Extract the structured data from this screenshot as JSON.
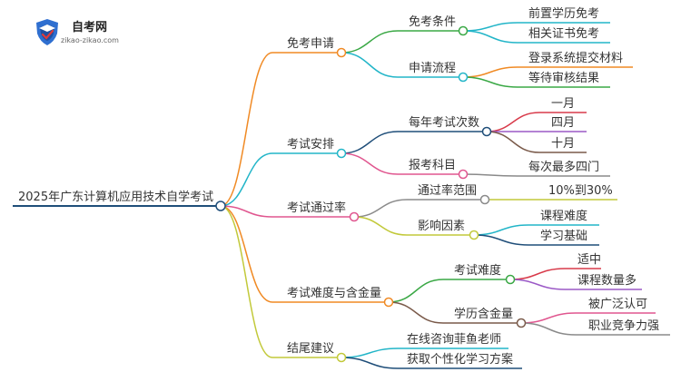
{
  "brand": {
    "name": "自考网",
    "url": "zikao-zikao.com",
    "colors": {
      "shield": "#2f6fd0",
      "shield_dark": "#1f4fa0",
      "accent": "#e03a3a"
    }
  },
  "root": {
    "label": "2025年广东计算机应用技术自学考试",
    "color": "#1f4e79"
  },
  "branches": [
    {
      "label": "免考申请",
      "color": "#f08a24",
      "children": [
        {
          "label": "免考条件",
          "color": "#3aa845",
          "children": [
            {
              "label": "前置学历免考",
              "color": "#22b5c8"
            },
            {
              "label": "相关证书免考",
              "color": "#22b5c8"
            }
          ]
        },
        {
          "label": "申请流程",
          "color": "#22b5c8",
          "children": [
            {
              "label": "登录系统提交材料",
              "color": "#f08a24"
            },
            {
              "label": "等待审核结果",
              "color": "#3aa845"
            }
          ]
        }
      ]
    },
    {
      "label": "考试安排",
      "color": "#22b5c8",
      "children": [
        {
          "label": "每年考试次数",
          "color": "#1f4e79",
          "children": [
            {
              "label": "一月",
              "color": "#d83a4a"
            },
            {
              "label": "四月",
              "color": "#9b59c6"
            },
            {
              "label": "十月",
              "color": "#7a5a4a"
            }
          ]
        },
        {
          "label": "报考科目",
          "color": "#e0568f",
          "children": [
            {
              "label": "每次最多四门",
              "color": "#8a8a8a"
            }
          ]
        }
      ]
    },
    {
      "label": "考试通过率",
      "color": "#e0568f",
      "children": [
        {
          "label": "通过率范围",
          "color": "#8a8a8a",
          "children": [
            {
              "label": "10%到30%",
              "color": "#c2c93a"
            }
          ]
        },
        {
          "label": "影响因素",
          "color": "#c2c93a",
          "children": [
            {
              "label": "课程难度",
              "color": "#22b5c8"
            },
            {
              "label": "学习基础",
              "color": "#1f4e79"
            }
          ]
        }
      ]
    },
    {
      "label": "考试难度与含金量",
      "color": "#f08a24",
      "children": [
        {
          "label": "考试难度",
          "color": "#3aa845",
          "children": [
            {
              "label": "适中",
              "color": "#d83a4a"
            },
            {
              "label": "课程数量多",
              "color": "#9b59c6"
            }
          ]
        },
        {
          "label": "学历含金量",
          "color": "#7a5a4a",
          "children": [
            {
              "label": "被广泛认可",
              "color": "#e0568f"
            },
            {
              "label": "职业竞争力强",
              "color": "#8a8a8a"
            }
          ]
        }
      ]
    },
    {
      "label": "结尾建议",
      "color": "#c2c93a",
      "children": [
        {
          "label": "在线咨询菲鱼老师",
          "color": "#22b5c8",
          "children": []
        },
        {
          "label": "获取个性化学习方案",
          "color": "#1f4e79",
          "children": []
        }
      ]
    }
  ]
}
